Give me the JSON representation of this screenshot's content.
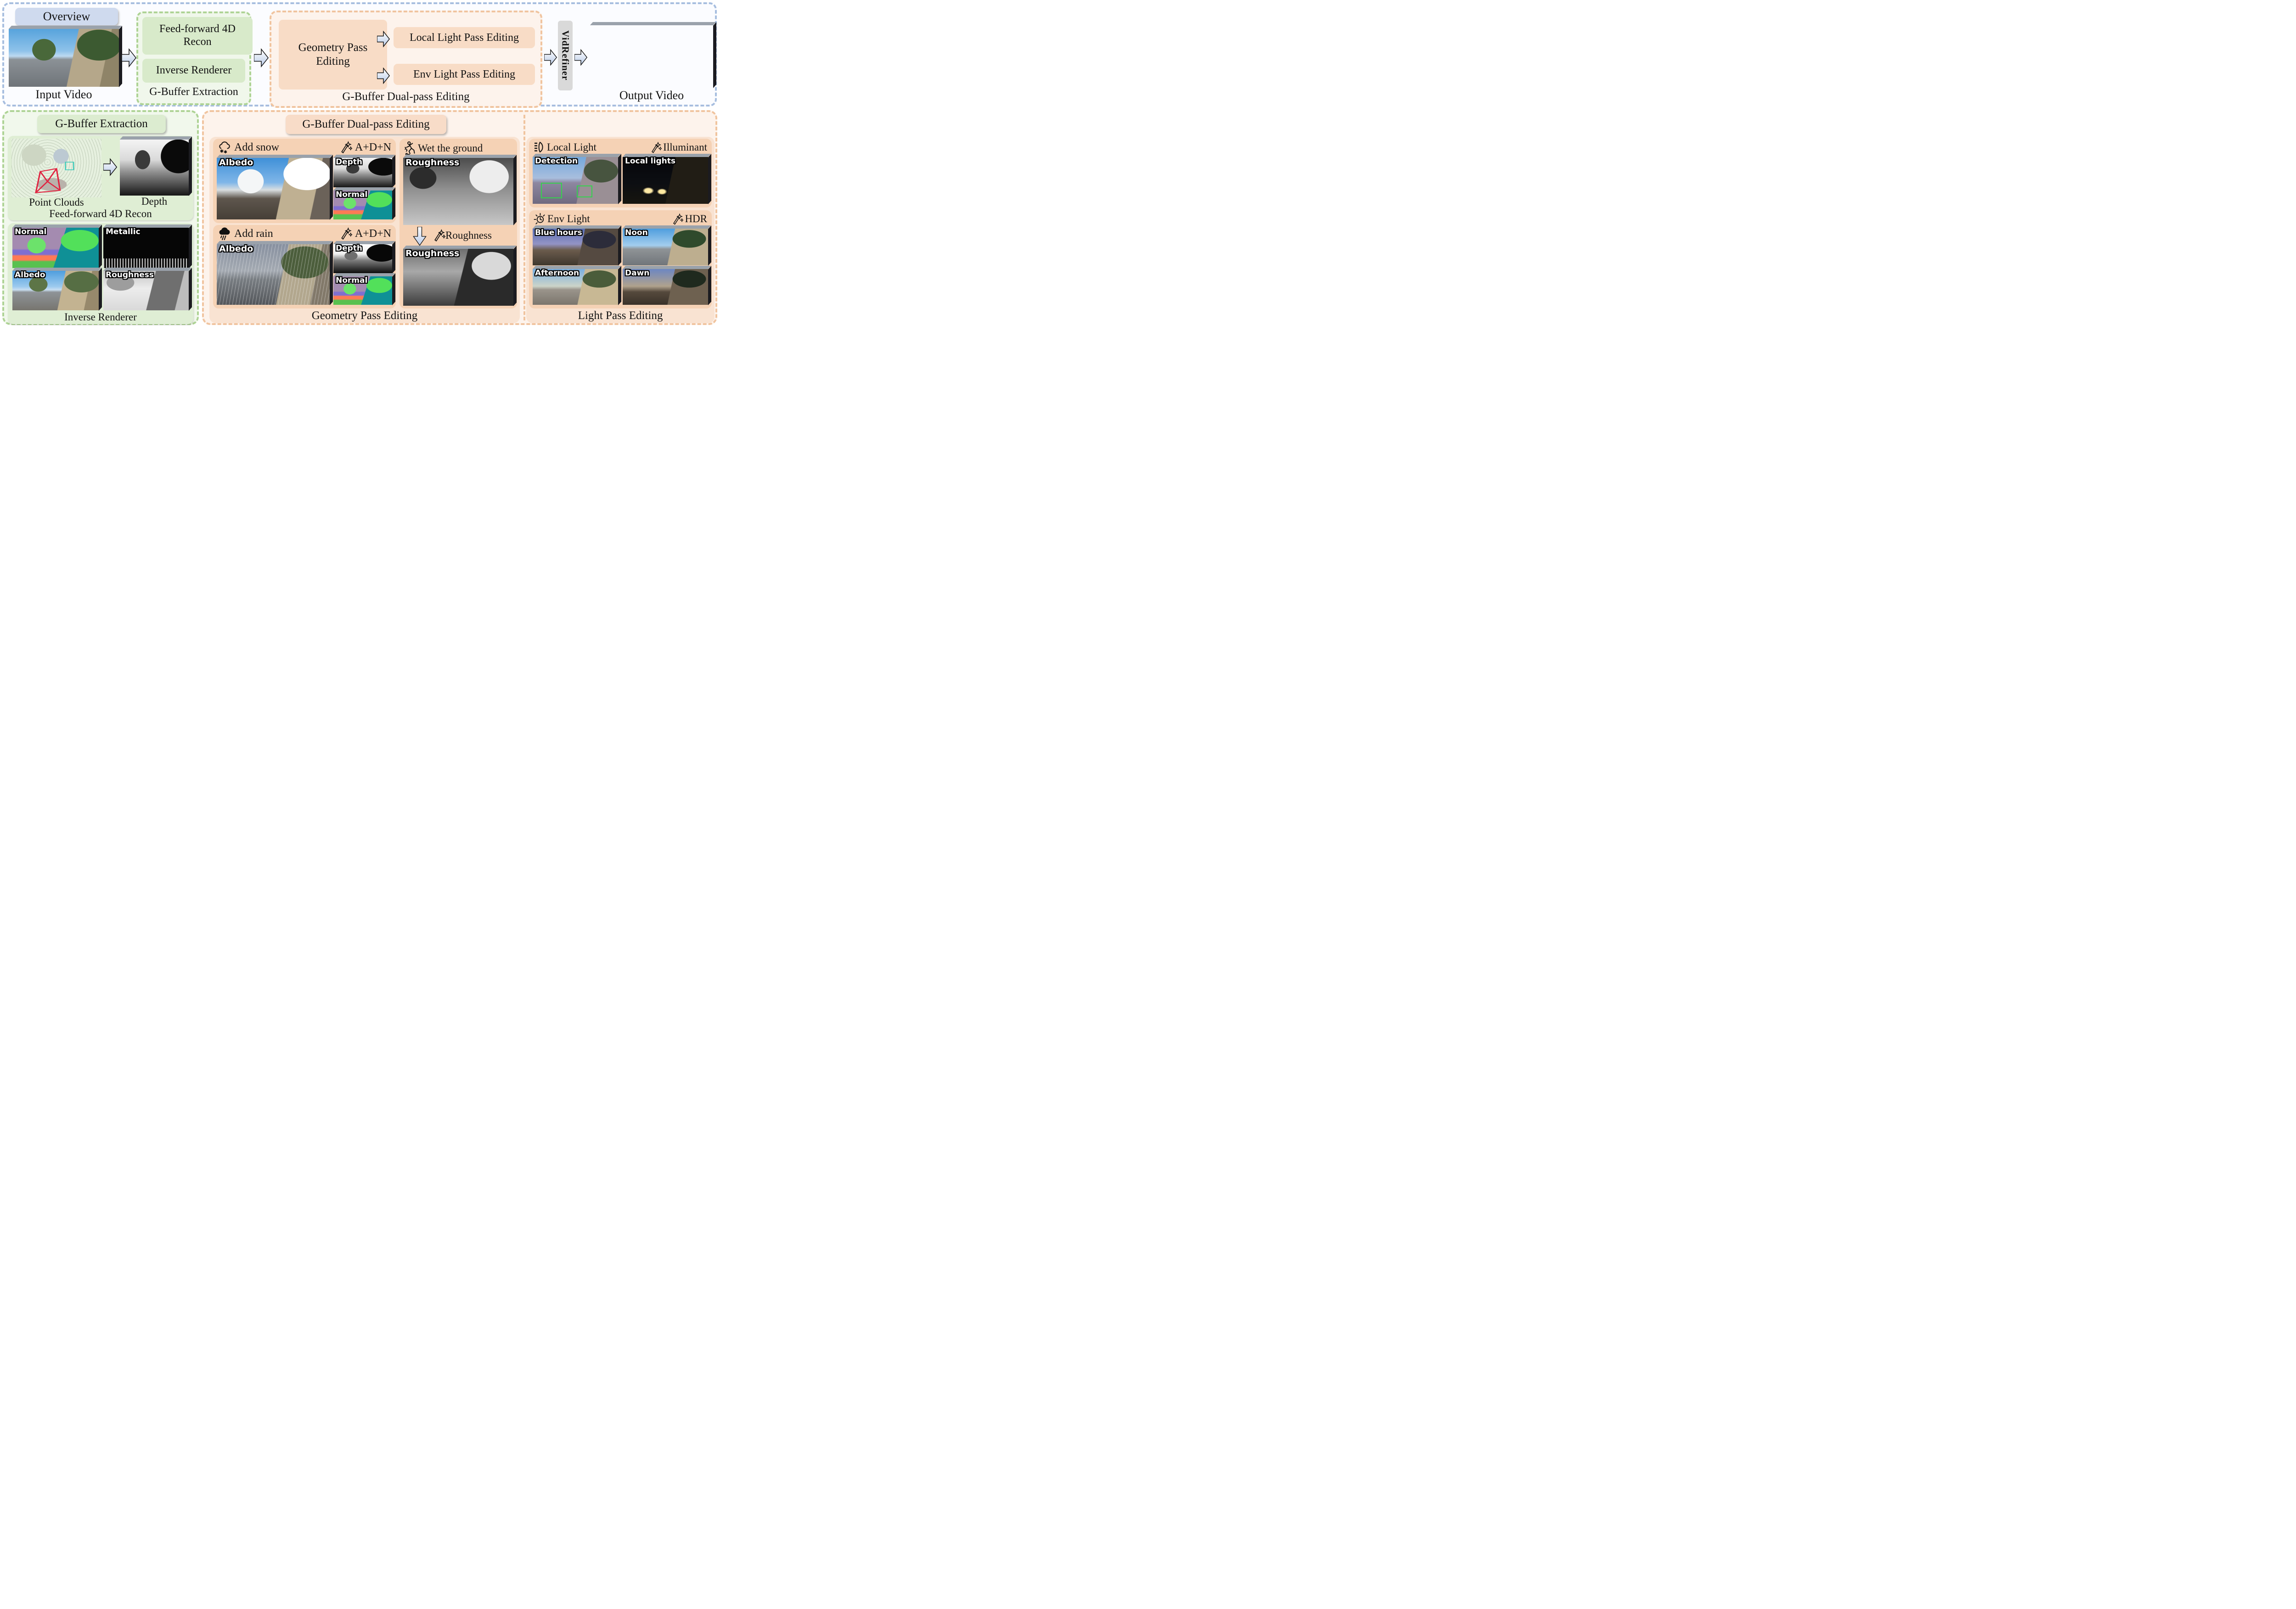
{
  "colors": {
    "blue_border": "#a7bedf",
    "green_border": "#aed395",
    "orange_border": "#f0c49f",
    "green_box": "#d8eaca",
    "peach_box": "#f8dcc6",
    "peach_card": "#f5d2b5",
    "peach_group": "#f9e3d2",
    "blue_badge": "#cfdaee",
    "refiner_gray": "#d9d9d9"
  },
  "overview": {
    "badge": "Overview",
    "input_label": "Input Video",
    "extraction": {
      "recon_box": "Feed-forward 4D Recon",
      "renderer_box": "Inverse Renderer",
      "caption": "G-Buffer Extraction"
    },
    "editing": {
      "geometry_box": "Geometry Pass Editing",
      "local_box": "Local Light Pass Editing",
      "env_box": "Env Light Pass Editing",
      "caption": "G-Buffer Dual-pass Editing"
    },
    "refiner": "VidRefiner",
    "output_label": "Output Video"
  },
  "extraction_panel": {
    "title": "G-Buffer Extraction",
    "recon": {
      "point_clouds": "Point Clouds",
      "depth": "Depth",
      "caption": "Feed-forward 4D Recon"
    },
    "inverse": {
      "normal": "Normal",
      "metallic": "Metallic",
      "albedo": "Albedo",
      "roughness": "Roughness",
      "caption": "Inverse Renderer"
    }
  },
  "editing_panel": {
    "title": "G-Buffer Dual-pass Editing",
    "geometry": {
      "caption": "Geometry Pass Editing",
      "snow": {
        "title": "Add snow",
        "mode": "A+D+N",
        "albedo": "Albedo",
        "depth": "Depth",
        "normal": "Normal"
      },
      "rain": {
        "title": "Add rain",
        "mode": "A+D+N",
        "albedo": "Albedo",
        "depth": "Depth",
        "normal": "Normal"
      },
      "wet": {
        "title": "Wet the ground",
        "edit_label": "Roughness",
        "before": "Roughness",
        "after": "Roughness"
      }
    },
    "light": {
      "caption": "Light Pass Editing",
      "local": {
        "title": "Local Light",
        "mode": "Illuminant",
        "left": "Detection",
        "right": "Local lights"
      },
      "env": {
        "title": "Env Light",
        "mode": "HDR",
        "tl": "Blue hours",
        "tr": "Noon",
        "bl": "Afternoon",
        "br": "Dawn"
      }
    }
  }
}
